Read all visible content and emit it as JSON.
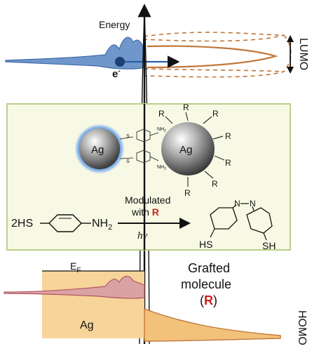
{
  "axis": {
    "energy_label": "Energy"
  },
  "levels": {
    "lumo": "LUMO",
    "homo": "HOMO",
    "fermi_main": "E",
    "fermi_sub": "F"
  },
  "electron": {
    "symbol": "e",
    "charge": "-"
  },
  "particles": {
    "left_metal": "Ag",
    "right_metal": "Ag",
    "linker_s": "S",
    "linker_nh": "NH",
    "linker_sub": "2",
    "substituent": "R"
  },
  "reaction": {
    "reactant_prefix": "2HS",
    "reactant_group": "NH",
    "reactant_sub": "2",
    "arrow_top_line1": "Modulated",
    "arrow_top_line2_text": "with",
    "arrow_top_line2_highlight": "R",
    "arrow_bottom": "hν",
    "product_n": "N",
    "product_hs_left": "HS",
    "product_sh_right": "SH"
  },
  "bottom": {
    "metal_label": "Ag",
    "grafted_line1": "Grafted",
    "grafted_line2": "molecule",
    "grafted_paren_open": "(",
    "grafted_paren_close": ")",
    "grafted_highlight": "R"
  },
  "colors": {
    "panel_fill": "#f8f9e4",
    "panel_border": "#b8d08a",
    "blue_peak": "#5b86c0",
    "orange_peak": "#e8b770",
    "orange_line": "#c0773a",
    "pink_peak": "#dba2a6",
    "metal_box": "#f7d49a",
    "highlight_red": "#cc1f1f",
    "glow_blue": "#2f79d8"
  }
}
